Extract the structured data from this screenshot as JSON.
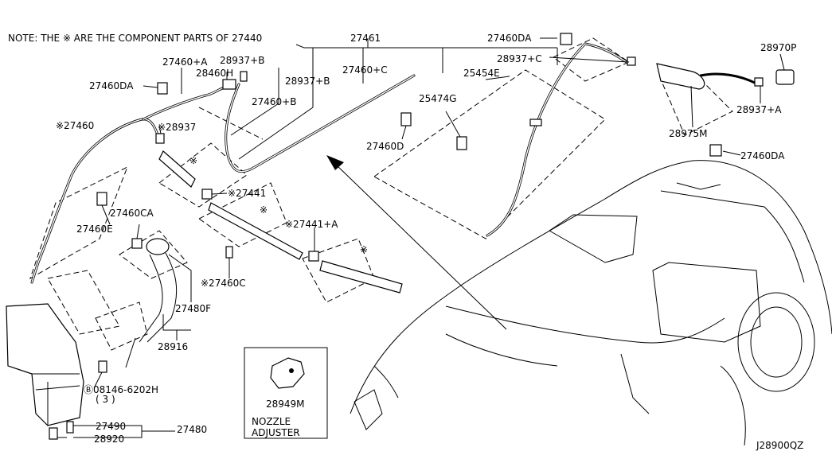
{
  "note": "NOTE: THE ※ ARE THE COMPONENT PARTS OF 27440",
  "diagram_code": "J28900QZ",
  "adjuster_caption": {
    "line1": "NOZZLE",
    "line2": "ADJUSTER"
  },
  "labels": {
    "p27461": "27461",
    "p27460DA_top": "27460DA",
    "p27460A": "27460+A",
    "p28937B_a": "28937+B",
    "p28460H": "28460H",
    "p27460DA_left": "27460DA",
    "p28937B_b": "28937+B",
    "p27460C": "27460+C",
    "p27460B": "27460+B",
    "p28937C": "28937+C",
    "p25454E": "25454E",
    "p28970P": "28970P",
    "p28937A": "28937+A",
    "p28975M": "28975M",
    "p27460DA_right": "27460DA",
    "p25474G": "25474G",
    "p27460D": "27460D",
    "p27460_star": "※27460",
    "p28937_star": "※28937",
    "p27441_star": "※27441",
    "p27460CA": "27460CA",
    "p27460E": "27460E",
    "p27441A_star": "※27441+A",
    "p27460C_star": "※27460C",
    "p27480F": "27480F",
    "p28916": "28916",
    "p08146": "Ⓑ08146-6202H",
    "p08146_qty": "( 3 )",
    "p27490": "27490",
    "p27480": "27480",
    "p28920": "28920",
    "p28949M": "28949M",
    "star_1": "※",
    "star_2": "※",
    "star_3": "※"
  }
}
